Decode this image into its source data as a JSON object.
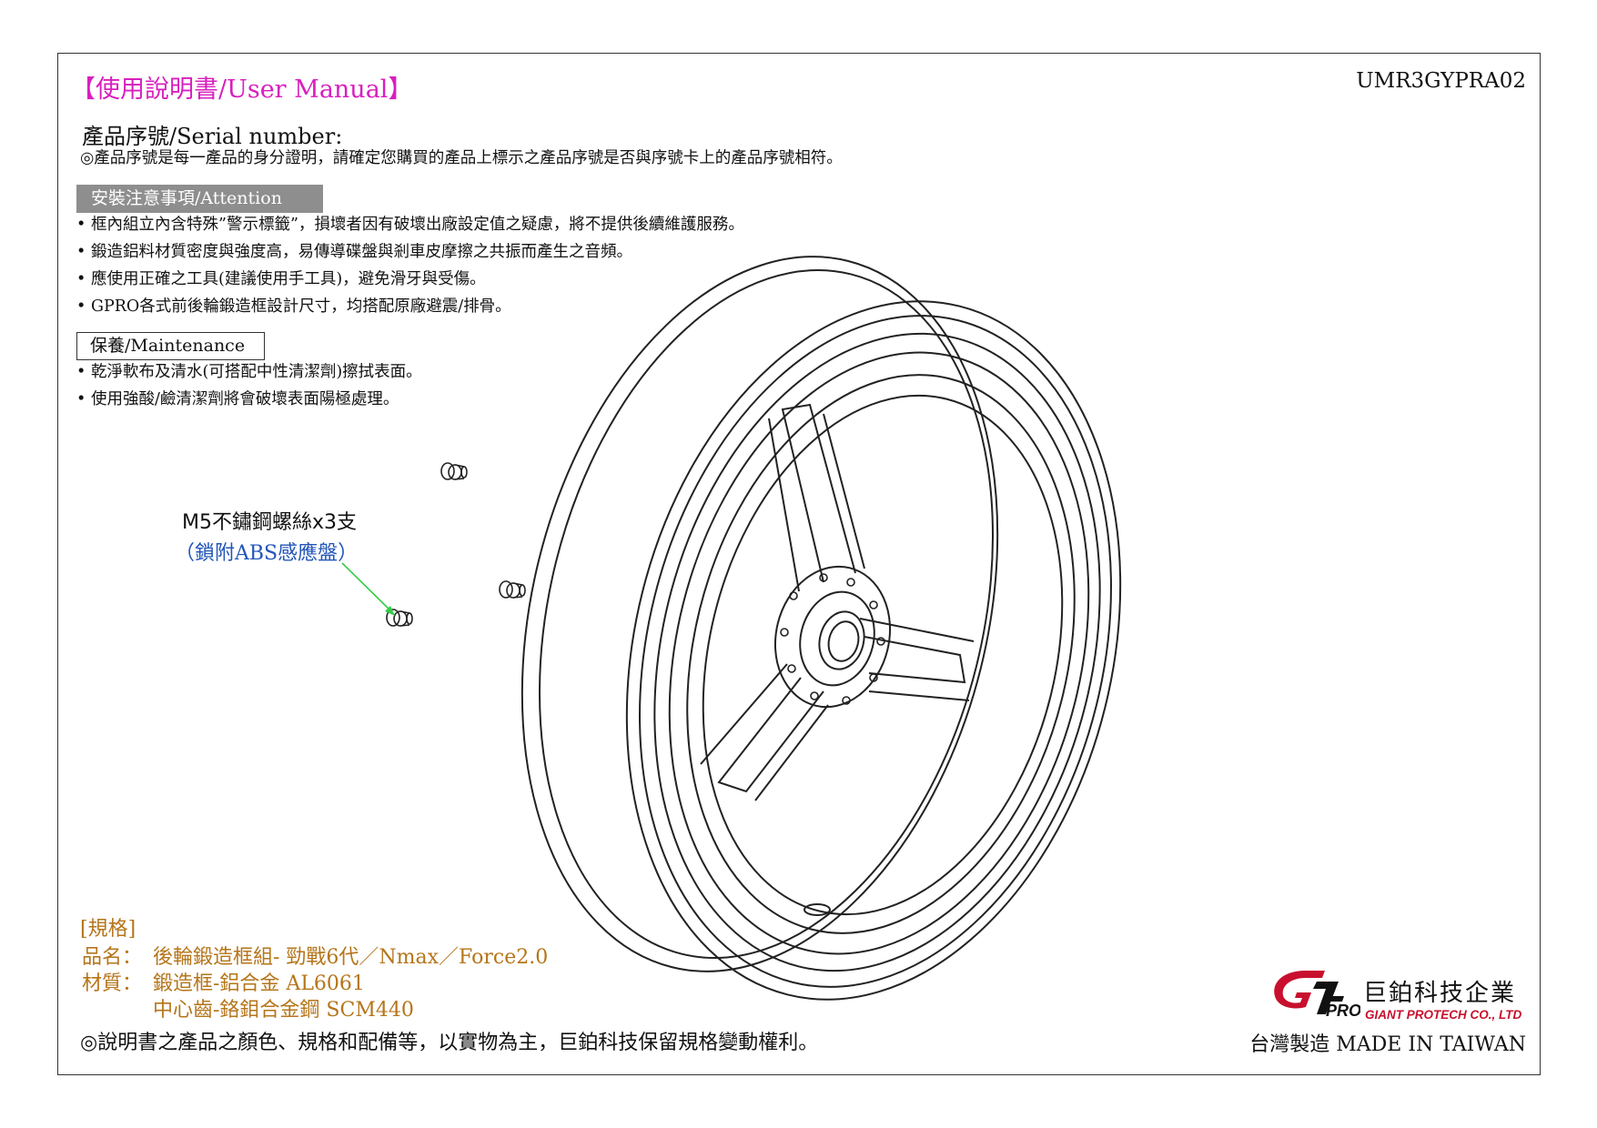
{
  "header": {
    "title": "【使用說明書/User Manual】",
    "doc_code": "UMR3GYPRA02"
  },
  "serial": {
    "heading": "產品序號/Serial number:",
    "text": "◎產品序號是每一產品的身分證明，請確定您購買的產品上標示之產品序號是否與序號卡上的產品序號相符。"
  },
  "attention": {
    "heading": "安裝注意事項/Attention",
    "items": [
      "框內組立內含特殊”警示標籤”，損壞者因有破壞出廠設定值之疑慮，將不提供後續維護服務。",
      "鍛造鋁料材質密度與強度高，易傳導碟盤與剎車皮摩擦之共振而產生之音頻。",
      "應使用正確之工具(建議使用手工具)，避免滑牙與受傷。",
      "GPRO各式前後輪鍛造框設計尺寸，均搭配原廠避震/排骨。"
    ]
  },
  "maintenance": {
    "heading": "保養/Maintenance",
    "items": [
      "乾淨軟布及清水(可搭配中性清潔劑)擦拭表面。",
      "使用強酸/鹼清潔劑將會破壞表面陽極處理。"
    ]
  },
  "callout": {
    "line1": "M5不鏽鋼螺絲x3支",
    "line2": "（鎖附ABS感應盤）"
  },
  "spec": {
    "heading": "[規格]",
    "name_label": "品名：",
    "name_value": "後輪鍛造框組- 勁戰6代／Nmax／Force2.0",
    "material_label": "材質：",
    "material_value1": "鍛造框-鋁合金 AL6061",
    "material_value2": "中心齒-鉻鉬合金鋼 SCM440"
  },
  "footer": {
    "disclaimer": "◎說明書之產品之顏色、規格和配備等，以實物為主，巨鉑科技保留規格變動權利。",
    "company_zh": "巨鉑科技企業",
    "company_en": "GIANT PROTECH CO., LTD",
    "made_in": "台灣製造 MADE IN TAIWAN",
    "logo_text": "PRO"
  },
  "colors": {
    "title": "#d81fbf",
    "spec": "#b5751a",
    "callout": "#2255b8",
    "arrow": "#33cc44",
    "brand_red": "#c8102e"
  }
}
